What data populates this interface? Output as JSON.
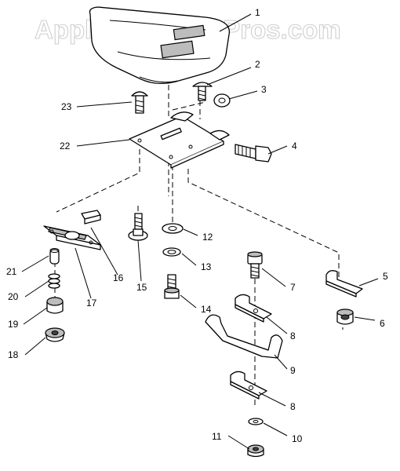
{
  "watermark": "AppliancePartsPros.com",
  "callouts": {
    "c1": "1",
    "c2": "2",
    "c3": "3",
    "c4": "4",
    "c5": "5",
    "c6": "6",
    "c7": "7",
    "c8a": "8",
    "c8b": "8",
    "c9": "9",
    "c10": "10",
    "c11": "11",
    "c12": "12",
    "c13": "13",
    "c14": "14",
    "c15": "15",
    "c16": "16",
    "c17": "17",
    "c18": "18",
    "c19": "19",
    "c20": "20",
    "c21": "21",
    "c22": "22",
    "c23": "23"
  }
}
